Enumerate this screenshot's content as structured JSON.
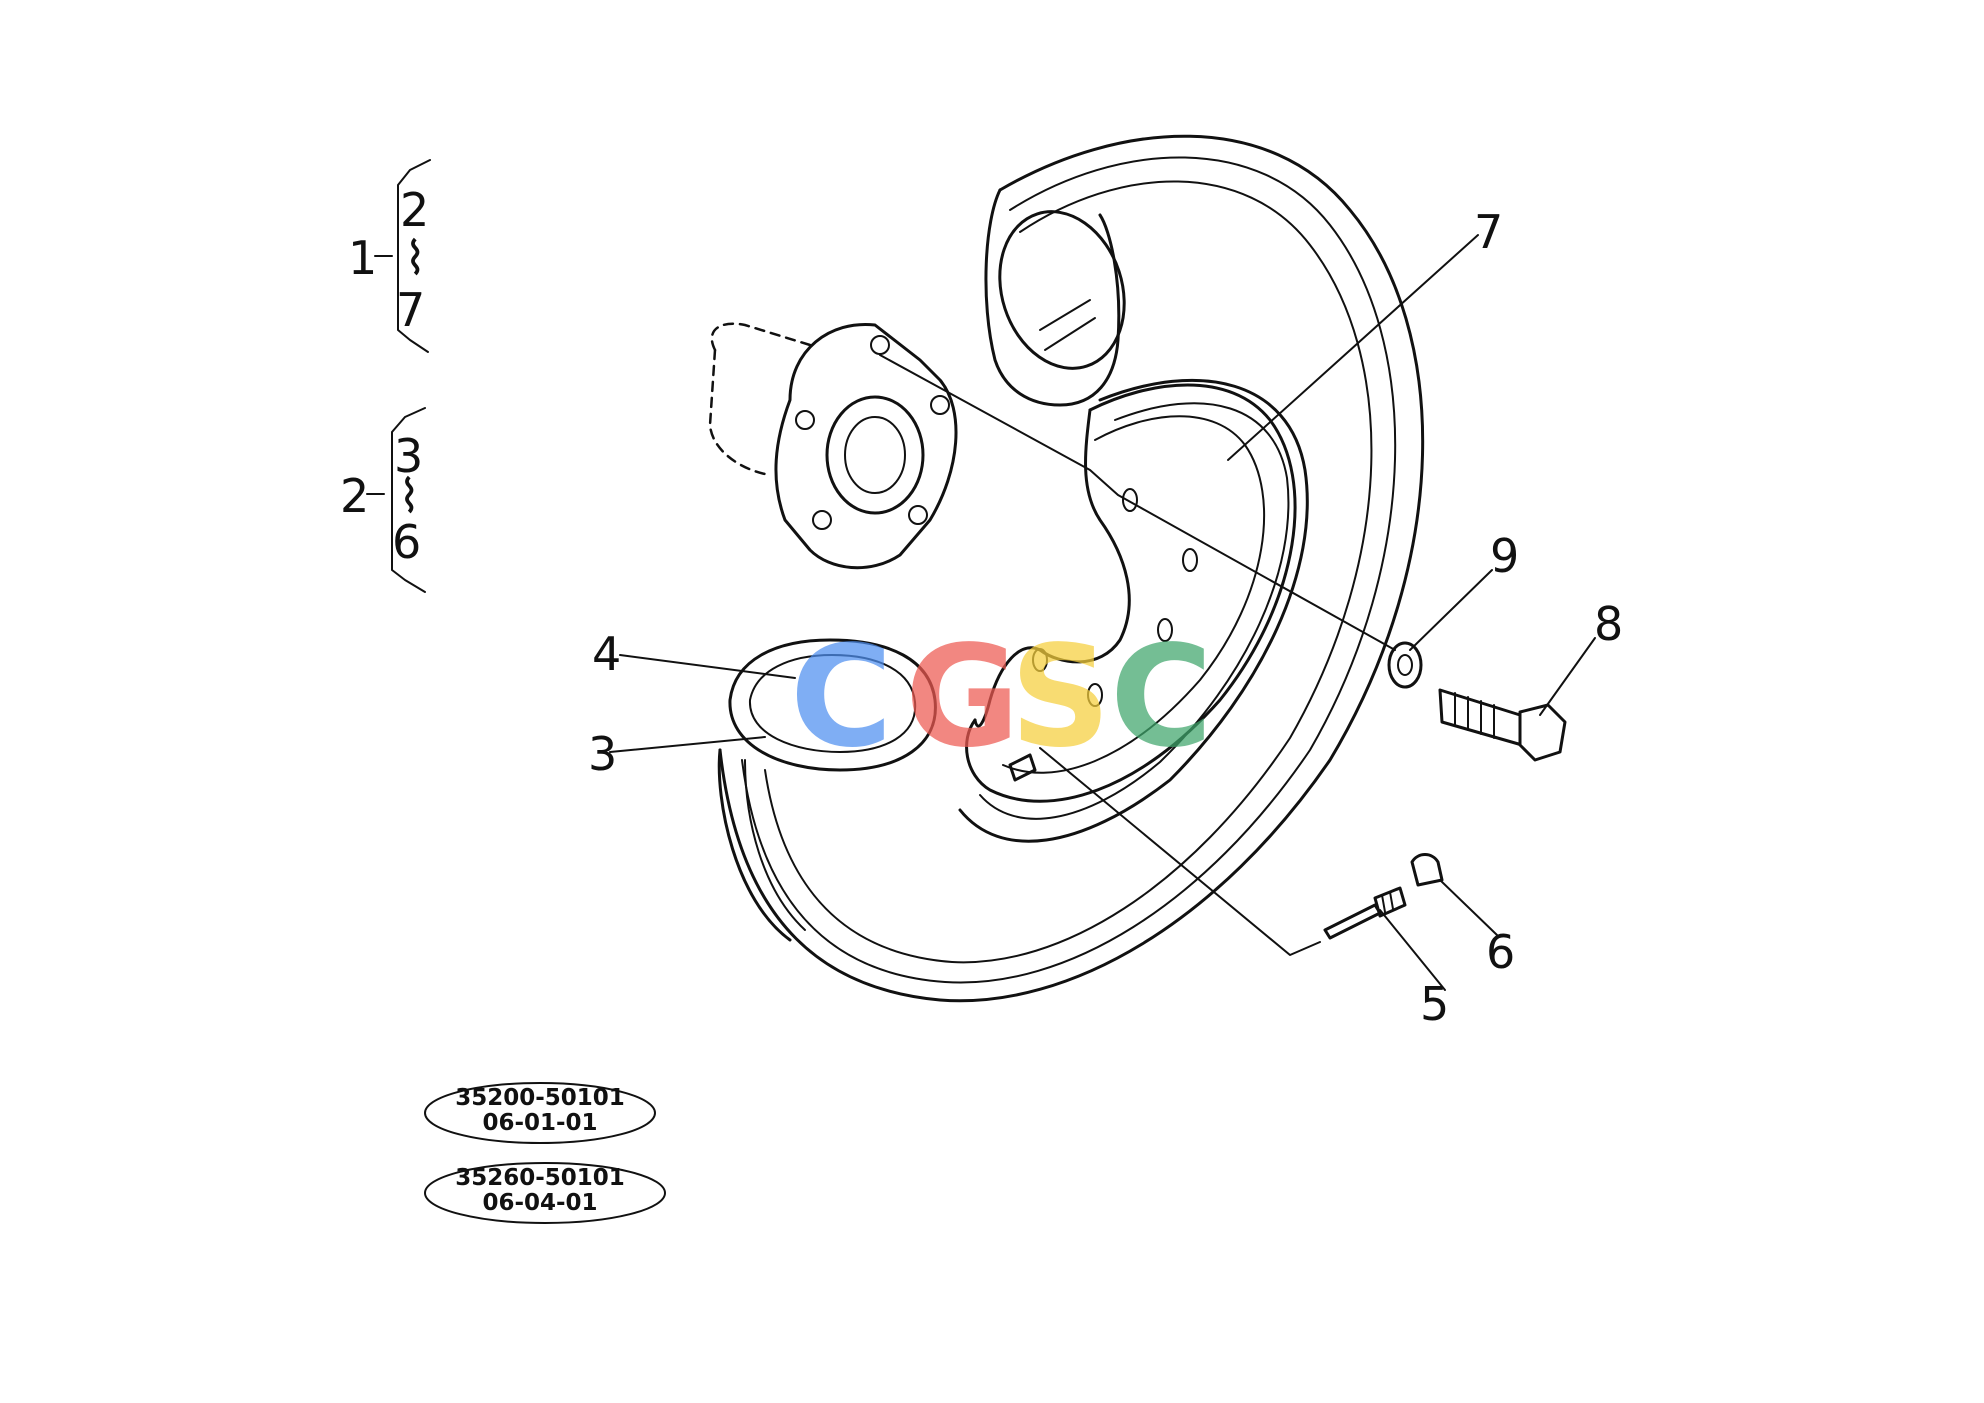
{
  "callouts": {
    "c1": "1",
    "c2": "2",
    "c3": "3",
    "c4": "4",
    "c5": "5",
    "c6": "6",
    "c7": "7",
    "c8": "8",
    "c9": "9"
  },
  "assemblies": [
    {
      "number": "1",
      "range_start": "2",
      "range_end": "7"
    },
    {
      "number": "2",
      "range_start": "3",
      "range_end": "6"
    }
  ],
  "references": [
    {
      "part_number": "35200-50101",
      "code": "06-01-01"
    },
    {
      "part_number": "35260-50101",
      "code": "06-04-01"
    }
  ],
  "watermark": {
    "letters": [
      "C",
      "G",
      "S",
      "C"
    ],
    "colors": [
      "#4f8ff0",
      "#ee5a52",
      "#f6cf3c",
      "#3fa66c"
    ]
  }
}
